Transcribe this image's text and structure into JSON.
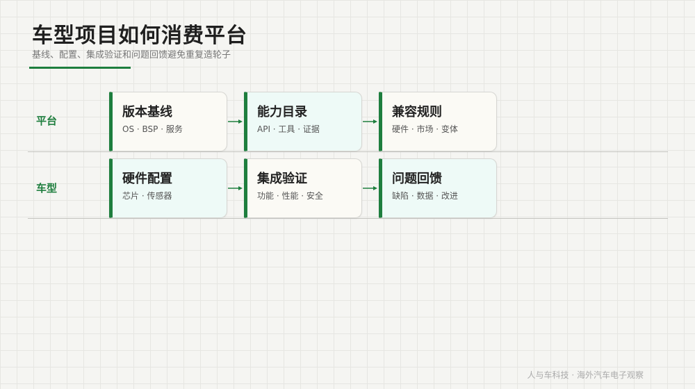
{
  "header": {
    "title": "车型项目如何消费平台",
    "subtitle": "基线、配置、集成验证和问题回馈避免重复造轮子"
  },
  "rows": [
    {
      "label": "平台",
      "cards": [
        {
          "title": "版本基线",
          "sub": "OS · BSP · 服务"
        },
        {
          "title": "能力目录",
          "sub": "API · 工具 · 证据"
        },
        {
          "title": "兼容规则",
          "sub": "硬件 · 市场 · 变体"
        }
      ]
    },
    {
      "label": "车型",
      "cards": [
        {
          "title": "硬件配置",
          "sub": "芯片 · 传感器"
        },
        {
          "title": "集成验证",
          "sub": "功能 · 性能 · 安全"
        },
        {
          "title": "问题回馈",
          "sub": "缺陷 · 数据 · 改进"
        }
      ]
    }
  ],
  "footer": "人与车科技 · 海外汽车电子观察",
  "colors": {
    "accent": "#1e7e3e",
    "card_cream": "#fbfaf5",
    "card_mint": "#eefaf7"
  }
}
